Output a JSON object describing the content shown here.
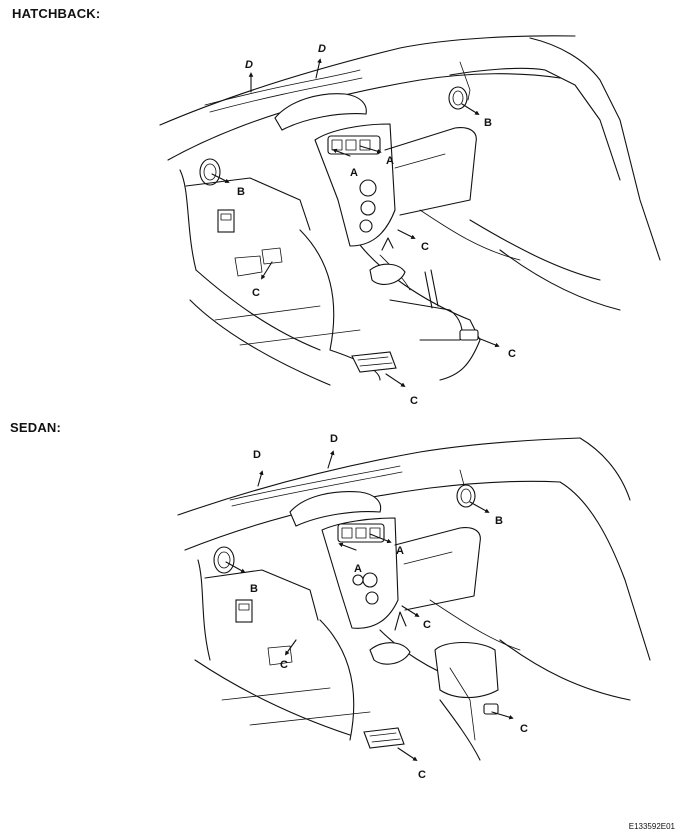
{
  "sections": [
    {
      "title": "HATCHBACK:"
    },
    {
      "title": "SEDAN:"
    }
  ],
  "labels": {
    "A": "A",
    "B": "B",
    "C": "C",
    "D": "D"
  },
  "figure_code": "E133592E01"
}
